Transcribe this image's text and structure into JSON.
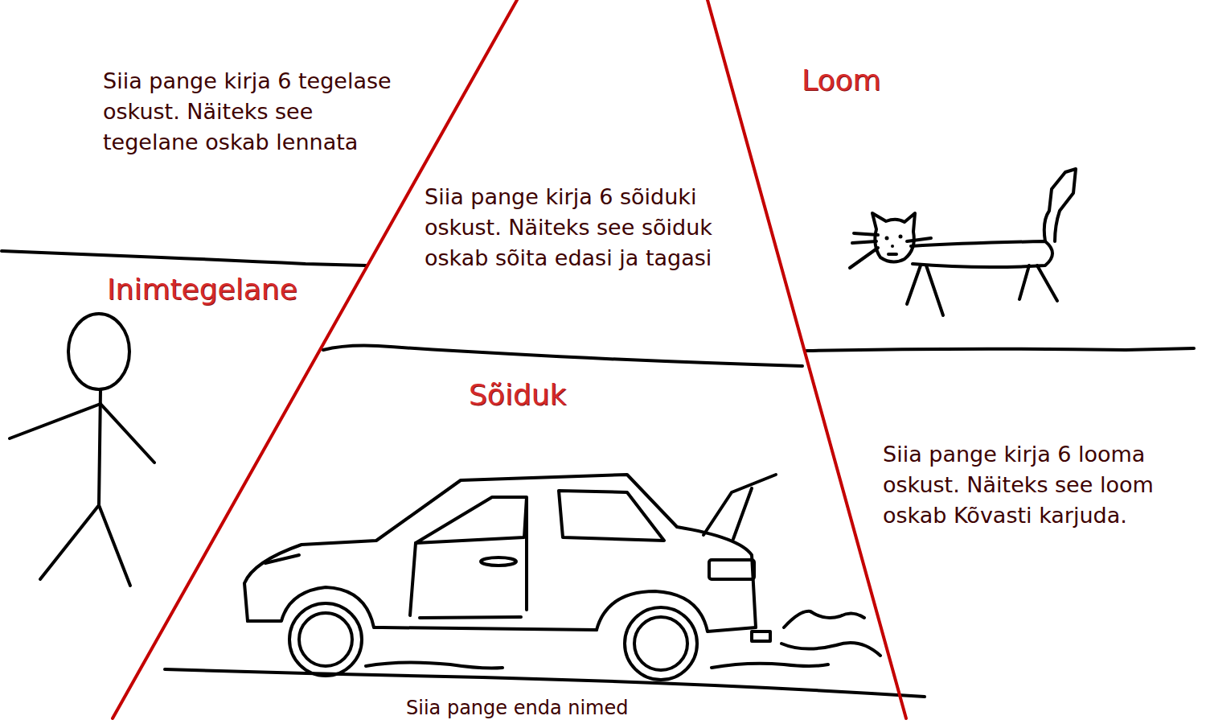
{
  "diagram": {
    "labels": [
      "Siia pange kirja 6 tegelase oskust. Näiteks see tegelane oskab lennata",
      "Siia pange kirja 6 sõiduki oskust. Näiteks see sõiduk oskab sõita edasi ja tagasi",
      "Loom",
      "Inimtegelane",
      "Sõiduk",
      "Siia pange kirja 6 looma oskust. Näiteks see loom oskab Kõvasti karjuda.",
      "Siia pange enda nimed"
    ]
  }
}
